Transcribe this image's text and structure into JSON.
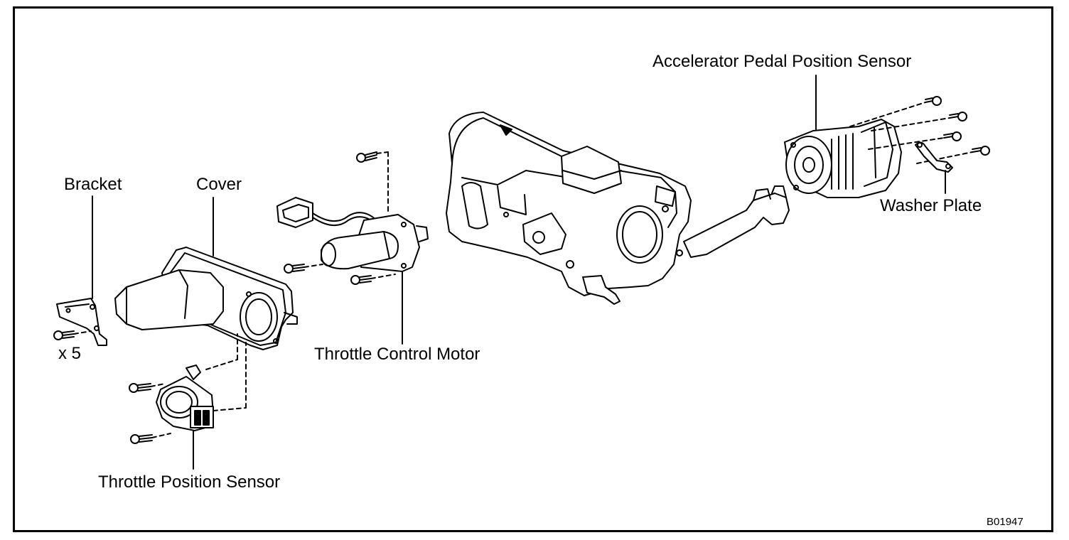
{
  "diagram": {
    "labels": {
      "accelerator_pedal_position_sensor": "Accelerator Pedal Position Sensor",
      "washer_plate": "Washer Plate",
      "bracket": "Bracket",
      "cover": "Cover",
      "bolt_count": "x 5",
      "throttle_control_motor": "Throttle Control Motor",
      "throttle_position_sensor": "Throttle Position Sensor"
    },
    "figure_code": "B01947",
    "colors": {
      "line": "#000000",
      "background": "#ffffff"
    }
  }
}
